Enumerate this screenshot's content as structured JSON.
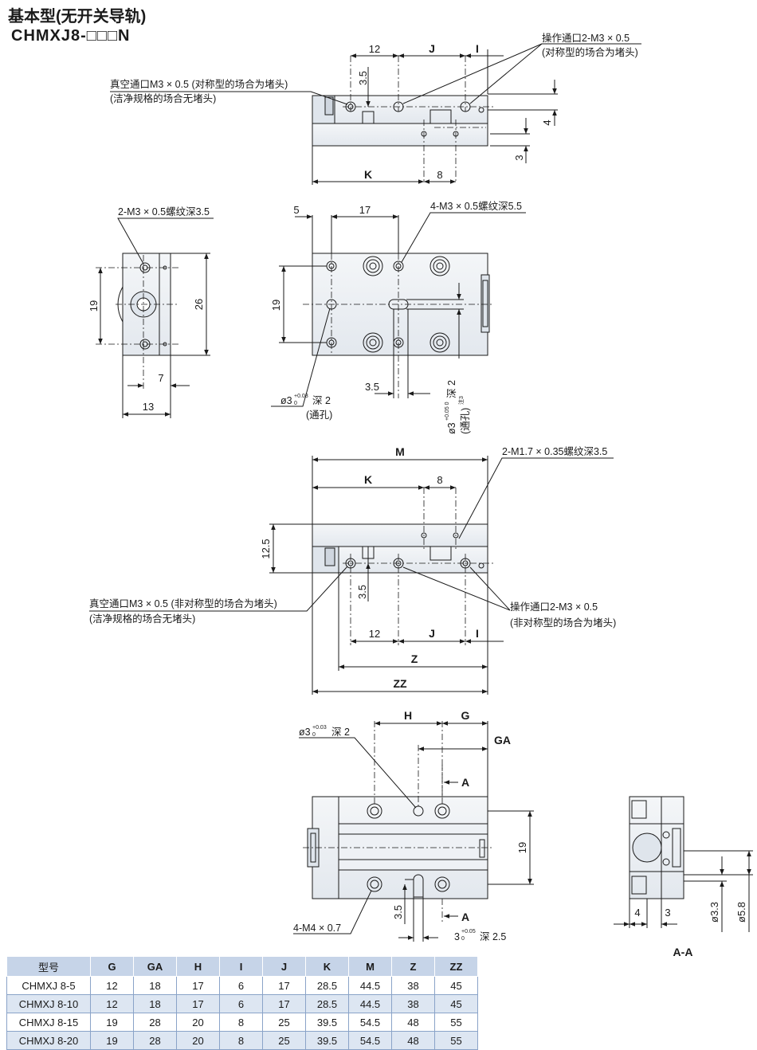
{
  "header": {
    "title": "基本型(无开关导轨)",
    "model": "CHMXJ8-□□□N"
  },
  "view1": {
    "dims": {
      "d12": "12",
      "J": "J",
      "I": "I",
      "K": "K",
      "d8": "8",
      "d35": "3.5",
      "d4": "4",
      "d3": "3"
    },
    "vacuum_port": "真空通口M3 × 0.5 (对称型的场合为堵头)",
    "vacuum_port_note": "(洁净规格的场合无堵头)",
    "operating_port": "操作通口2-M3 × 0.5",
    "operating_port_note": "(对称型的场合为堵头)"
  },
  "view2": {
    "thread_note": "2-M3 × 0.5螺纹深3.5",
    "dims": {
      "d19": "19",
      "d26": "26",
      "d7": "7",
      "d13": "13"
    }
  },
  "view3": {
    "thread_note": "4-M3 × 0.5螺纹深5.5",
    "dims": {
      "d5": "5",
      "d17": "17",
      "d19": "19",
      "d35": "3.5"
    },
    "pin_hole": "ø3",
    "pin_tol_upper": "+0.03",
    "pin_tol_lower": "0",
    "pin_depth": "深 2",
    "pin_through": "(通孔)",
    "vert_pin": "ø3",
    "vert_tol": "+0.05 0",
    "vert_depth": "深 2",
    "vert_through": "(通孔)",
    "vert_note": "注3"
  },
  "view4": {
    "dims": {
      "M": "M",
      "K": "K",
      "d8": "8",
      "d125": "12.5",
      "d35": "3.5",
      "d12": "12",
      "J": "J",
      "I": "I",
      "Z": "Z",
      "ZZ": "ZZ"
    },
    "thread_note": "2-M1.7 × 0.35螺纹深3.5",
    "vacuum_port": "真空通口M3 × 0.5 (非对称型的场合为堵头)",
    "vacuum_port_note": "(洁净规格的场合无堵头)",
    "operating_port": "操作通口2-M3 × 0.5",
    "operating_port_note": "(非对称型的场合为堵头)"
  },
  "view5": {
    "dims": {
      "H": "H",
      "G": "G",
      "GA": "GA",
      "A": "A",
      "d19": "19",
      "d35": "3.5"
    },
    "pin_hole": "ø3",
    "pin_tol_upper": "+0.03",
    "pin_tol_lower": "0",
    "pin_depth": "深 2",
    "thread_note": "4-M4 × 0.7",
    "slot": "3",
    "slot_tol_upper": "+0.05",
    "slot_tol_lower": "0",
    "slot_depth": "深 2.5"
  },
  "view6": {
    "dims": {
      "d4": "4",
      "d3": "3",
      "d33": "ø3.3",
      "d58": "ø5.8"
    },
    "section_label": "A-A"
  },
  "table": {
    "headers": [
      "型号",
      "G",
      "GA",
      "H",
      "I",
      "J",
      "K",
      "M",
      "Z",
      "ZZ"
    ],
    "rows": [
      [
        "CHMXJ 8-5",
        "12",
        "18",
        "17",
        "6",
        "17",
        "28.5",
        "44.5",
        "38",
        "45"
      ],
      [
        "CHMXJ 8-10",
        "12",
        "18",
        "17",
        "6",
        "17",
        "28.5",
        "44.5",
        "38",
        "45"
      ],
      [
        "CHMXJ 8-15",
        "19",
        "28",
        "20",
        "8",
        "25",
        "39.5",
        "54.5",
        "48",
        "55"
      ],
      [
        "CHMXJ 8-20",
        "19",
        "28",
        "20",
        "8",
        "25",
        "39.5",
        "54.5",
        "48",
        "55"
      ]
    ]
  }
}
